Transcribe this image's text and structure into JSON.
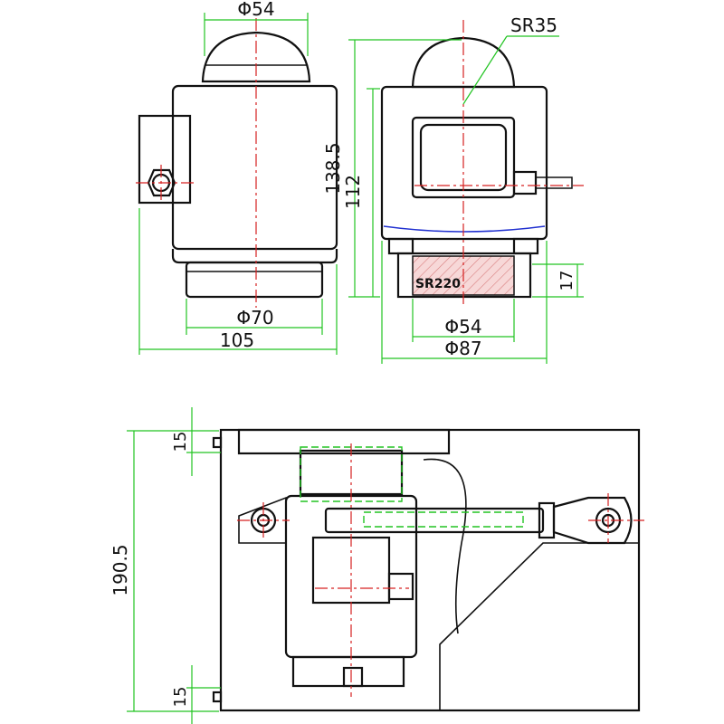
{
  "dimensions": {
    "d54_top": "Φ54",
    "d70": "Φ70",
    "w105": "105",
    "h138": "138.5",
    "h112": "112",
    "sr35": "SR35",
    "sr220": "SR220",
    "h17": "17",
    "d54_bottom": "Φ54",
    "d87": "Φ87",
    "h15_top": "15",
    "h190": "190.5",
    "h15_bottom": "15"
  },
  "colors": {
    "outline": "#111111",
    "dimension": "#22c422",
    "centerline": "#d62020",
    "hidden": "#22c422",
    "hatch": "#e8a0a0"
  }
}
